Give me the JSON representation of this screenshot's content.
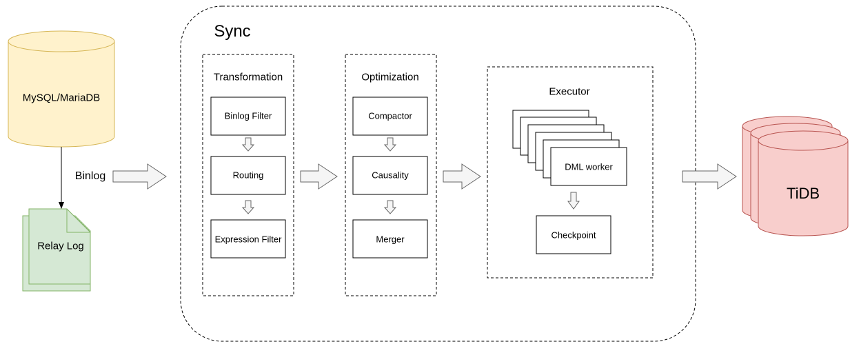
{
  "source": {
    "label": "MySQL/MariaDB",
    "fill": "#fff2cc",
    "stroke": "#d6b656"
  },
  "relay_log": {
    "label": "Relay Log",
    "fill": "#d5e8d4",
    "stroke": "#82b366"
  },
  "binlog_label": "Binlog",
  "sync": {
    "title": "Sync",
    "transformation": {
      "title": "Transformation",
      "steps": [
        "Binlog Filter",
        "Routing",
        "Expression Filter"
      ]
    },
    "optimization": {
      "title": "Optimization",
      "steps": [
        "Compactor",
        "Causality",
        "Merger"
      ]
    },
    "executor": {
      "title": "Executor",
      "worker_label": "DML worker",
      "checkpoint_label": "Checkpoint"
    }
  },
  "target": {
    "label": "TiDB",
    "fill": "#f8cecc",
    "stroke": "#b85450"
  },
  "colors": {
    "arrow_fill": "#f5f5f5",
    "arrow_stroke": "#666666",
    "line": "#000000"
  }
}
